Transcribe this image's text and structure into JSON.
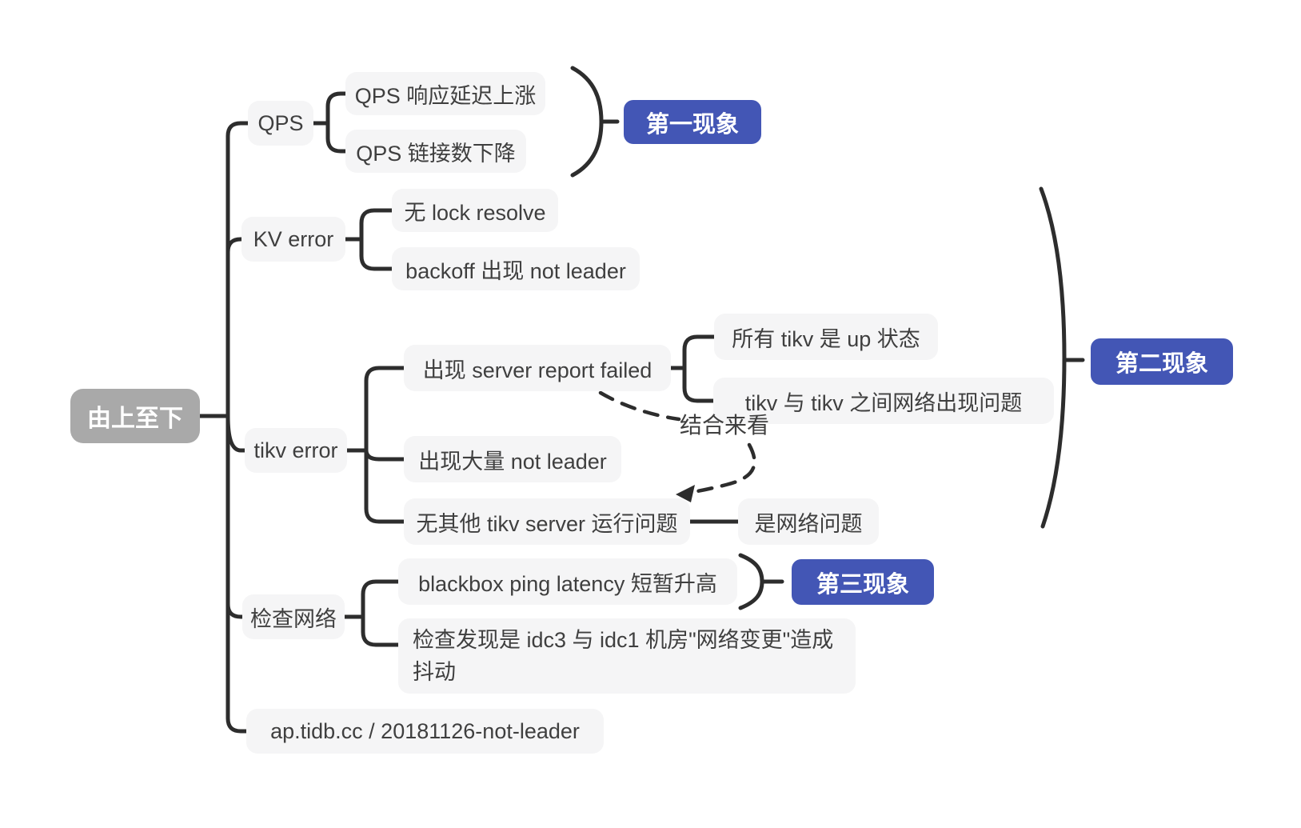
{
  "colors": {
    "background": "#ffffff",
    "node_bg": "#f5f5f6",
    "root_bg": "#a9a9a9",
    "summary_bg": "#4356b5",
    "line": "#2d2d2d",
    "text": "#3f3f3f",
    "summary_text": "#ffffff"
  },
  "mindmap": {
    "root": {
      "label": "由上至下"
    },
    "branches": [
      {
        "label": "QPS",
        "children": [
          {
            "label": "QPS 响应延迟上涨"
          },
          {
            "label": "QPS 链接数下降"
          }
        ],
        "summary": {
          "label": "第一现象"
        }
      },
      {
        "label": "KV error",
        "children": [
          {
            "label": "无 lock resolve"
          },
          {
            "label": "backoff 出现 not leader"
          }
        ]
      },
      {
        "label": "tikv error",
        "children": [
          {
            "label": "出现 server report failed",
            "children": [
              {
                "label": "所有 tikv 是 up 状态"
              },
              {
                "label": "tikv 与 tikv 之间网络出现问题"
              }
            ]
          },
          {
            "label": "出现大量 not leader"
          },
          {
            "label": "无其他 tikv server 运行问题",
            "children": [
              {
                "label": "是网络问题"
              }
            ]
          }
        ],
        "summary": {
          "label": "第二现象"
        }
      },
      {
        "label": "检查网络",
        "children": [
          {
            "label": "blackbox ping latency 短暂升高",
            "summary": {
              "label": "第三现象"
            }
          },
          {
            "label": "检查发现是 idc3 与 idc1 机房\"网络变更\"造成抖动"
          }
        ]
      },
      {
        "label": "ap.tidb.cc / 20181126-not-leader"
      }
    ],
    "relationship": {
      "label": "结合来看",
      "style": "dashed-arrow"
    }
  }
}
